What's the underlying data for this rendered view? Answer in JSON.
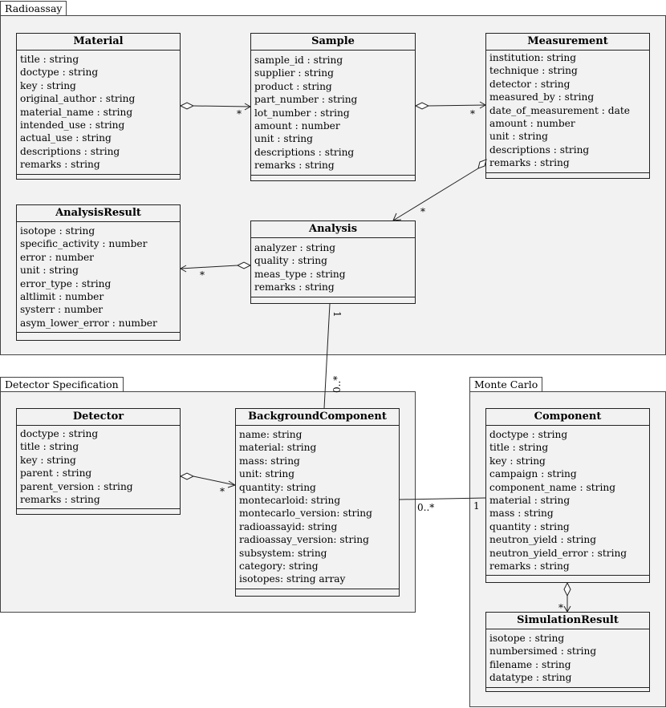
{
  "packages": {
    "radioassay": "Radioassay",
    "detector_spec": "Detector Specification",
    "monte_carlo": "Monte Carlo"
  },
  "classes": {
    "material": {
      "name": "Material",
      "attributes": [
        "title : string",
        "doctype : string",
        "key : string",
        "original_author : string",
        "material_name : string",
        "intended_use : string",
        "actual_use : string",
        "descriptions : string",
        "remarks : string"
      ]
    },
    "sample": {
      "name": "Sample",
      "attributes": [
        "sample_id : string",
        "supplier : string",
        "product : string",
        "part_number : string",
        "lot_number : string",
        "amount : number",
        "unit : string",
        "descriptions : string",
        "remarks : string"
      ]
    },
    "measurement": {
      "name": "Measurement",
      "attributes": [
        "institution: string",
        "technique : string",
        "detector : string",
        "measured_by : string",
        "date_of_measurement : date",
        "amount : number",
        "unit : string",
        "descriptions : string",
        "remarks : string"
      ]
    },
    "analysis_result": {
      "name": "AnalysisResult",
      "attributes": [
        "isotope : string",
        "specific_activity : number",
        "error : number",
        "unit : string",
        "error_type : string",
        "altlimit : number",
        "systerr : number",
        "asym_lower_error : number"
      ]
    },
    "analysis": {
      "name": "Analysis",
      "attributes": [
        "analyzer : string",
        "quality : string",
        "meas_type : string",
        "remarks : string"
      ]
    },
    "detector": {
      "name": "Detector",
      "attributes": [
        "doctype : string",
        "title : string",
        "key : string",
        "parent : string",
        "parent_version : string",
        "remarks : string"
      ]
    },
    "background_component": {
      "name": "BackgroundComponent",
      "attributes": [
        "name: string",
        "material: string",
        "mass: string",
        "unit: string",
        "quantity: string",
        "montecarloid: string",
        "montecarlo_version: string",
        "radioassayid: string",
        "radioassay_version: string",
        "subsystem: string",
        "category: string",
        "isotopes: string array"
      ]
    },
    "component": {
      "name": "Component",
      "attributes": [
        "doctype : string",
        "title : string",
        "key : string",
        "campaign : string",
        "component_name : string",
        "material : string",
        "mass : string",
        "quantity : string",
        "neutron_yield : string",
        "neutron_yield_error : string",
        "remarks : string"
      ]
    },
    "simulation_result": {
      "name": "SimulationResult",
      "attributes": [
        "isotope : string",
        "numbersimed : string",
        "filename : string",
        "datatype : string"
      ]
    }
  },
  "multiplicities": {
    "material_sample": "*",
    "sample_measurement": "*",
    "measurement_analysis": "*",
    "analysis_result": "*",
    "analysis_side": "1",
    "background_side": "0..*",
    "detector_background": "*",
    "background_component_left": "0..*",
    "background_component_right": "1",
    "component_simulation": "*"
  }
}
